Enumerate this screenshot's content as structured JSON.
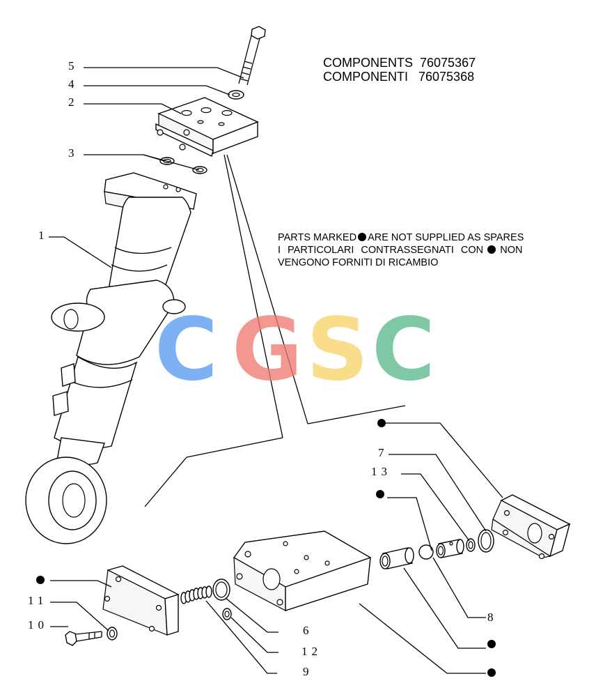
{
  "header": {
    "line1": "COMPONENTS  76075367",
    "line2": "COMPONENTI   76075368"
  },
  "note": {
    "line1_before": "PARTS MARKED",
    "line1_after": "ARE NOT SUPPLIED AS SPARES",
    "line2_before": "I PARTICOLARI CONTRASSEGNATI CON",
    "line2_after": "NON",
    "line3": "VENGONO FORNITI DI RICAMBIO"
  },
  "callouts": {
    "c1": "1",
    "c2": "2",
    "c3": "3",
    "c4": "4",
    "c5": "5",
    "c6": "6",
    "c7": "7",
    "c8": "8",
    "c9": "9",
    "c10": "10",
    "c11": "11",
    "c12": "12",
    "c13": "13"
  },
  "watermark": {
    "letters": [
      "C",
      "G",
      "S",
      "C"
    ],
    "colors": [
      "#5b9cf0",
      "#f07c72",
      "#f8d46a",
      "#5cb98c"
    ]
  }
}
